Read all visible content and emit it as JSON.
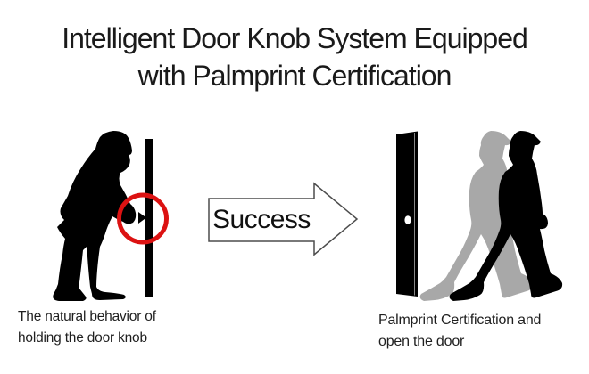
{
  "title": {
    "line1": "Intelligent Door Knob System Equipped",
    "line2": "with Palmprint Certification"
  },
  "arrow": {
    "label": "Success"
  },
  "captions": {
    "left": {
      "line1": "The natural behavior of",
      "line2": "holding the door knob"
    },
    "right": {
      "line1": "Palmprint Certification and",
      "line2": "open the door"
    }
  },
  "colors": {
    "background": "#ffffff",
    "text_black": "#1a1a1a",
    "silhouette_black": "#000000",
    "ghost_gray": "#a8a8a8",
    "highlight_red": "#dc1212",
    "arrow_outline": "#4d4d4d",
    "arrow_fill": "#ffffff"
  },
  "graphics": {
    "left_scene": {
      "person": "leaning-person-silhouette",
      "door": "closed-door-edge",
      "knob": "door-knob-latch",
      "highlight": "red-circle-highlight"
    },
    "right_scene": {
      "door": "opened-door-panel",
      "knob_hole": "door-knob-hole",
      "ghost": "ghost-walking-person",
      "person": "walking-person"
    }
  }
}
